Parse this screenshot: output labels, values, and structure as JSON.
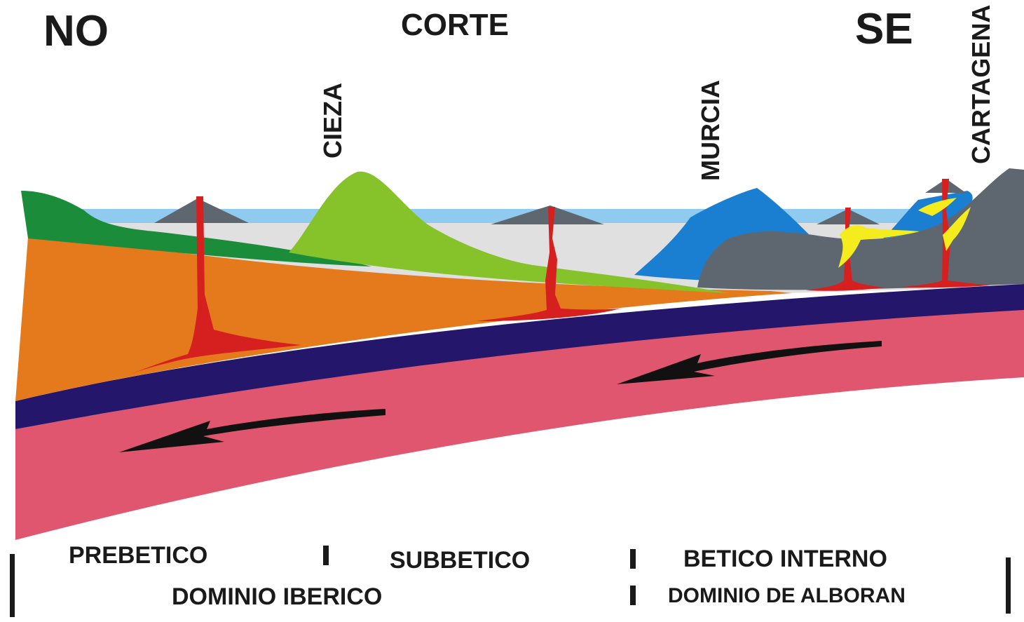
{
  "header": {
    "left_direction": "NO",
    "title": "CORTE",
    "right_direction": "SE"
  },
  "places": {
    "cieza": "CIEZA",
    "murcia": "MURCIA",
    "cartagena": "CARTAGENA"
  },
  "domains": {
    "row1": {
      "prebetico": "PREBETICO",
      "subbetico": "SUBBETICO",
      "betico_interno": "BETICO INTERNO"
    },
    "row2": {
      "dominio_iberico": "DOMINIO IBERICO",
      "dominio_alboran": "DOMINIO DE ALBORAN"
    }
  },
  "colors": {
    "sea": "#8ecbee",
    "sediment_grey": "#e0e0e0",
    "prebetic_green": "#1a8c3a",
    "subbetic_green": "#86c22a",
    "iberian_orange": "#e57a1c",
    "lithosphere_navy": "#24166b",
    "mantle_pink": "#e0566f",
    "alboran_blue": "#1a7fd0",
    "alboran_grey": "#5e6770",
    "magma_red": "#d62020",
    "magma_yellow": "#f4ec1c",
    "arrow": "#111111"
  }
}
